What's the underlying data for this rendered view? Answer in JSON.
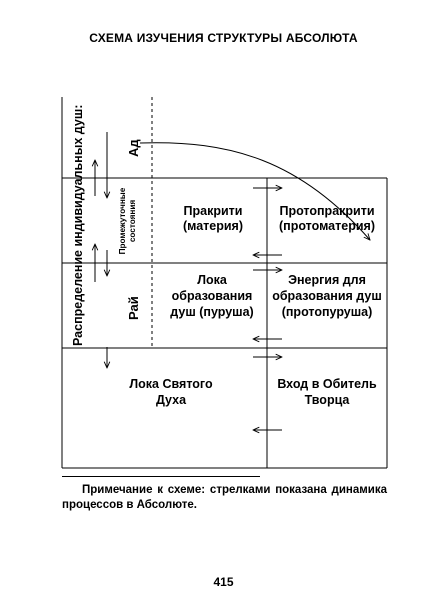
{
  "title": "СХЕМА ИЗУЧЕНИЯ СТРУКТУРЫ АБСОЛЮТА",
  "side_label": "Распределение индивидуальных душ:",
  "levels": {
    "ad": "Ад",
    "intermediate": "Промежуточные состояния",
    "paradise": "Рай"
  },
  "cells": {
    "prakriti": "Пракрити (материя)",
    "protoprakriti": "Протопракрити (протоматерия)",
    "loka_souls": "Лока образования душ (пуруша)",
    "energy_souls": "Энергия для образования душ (протопуруша)",
    "loka_holy_spirit": "Лока Святого Духа",
    "entrance": "Вход в Обитель Творца"
  },
  "note": "Примечание к схеме: стрелками показана динамика процессов в Абсолюте.",
  "page_number": "415"
}
